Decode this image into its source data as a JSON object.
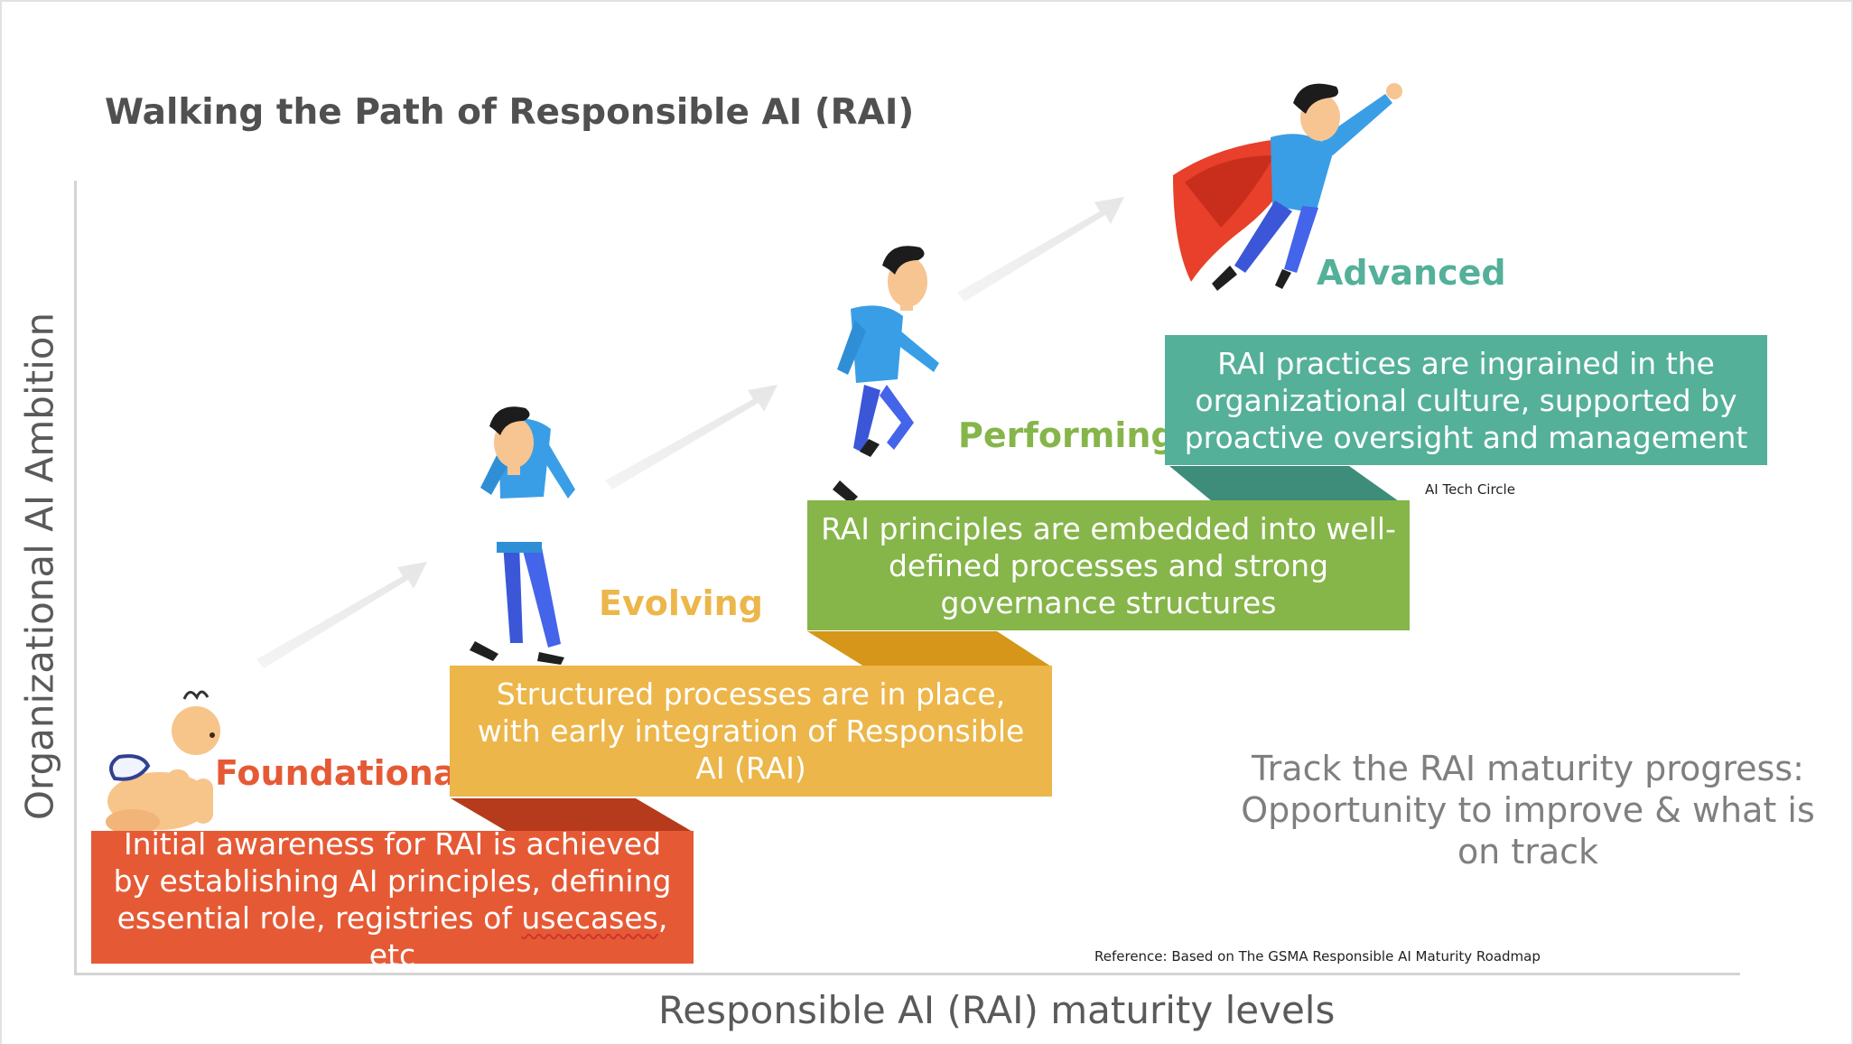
{
  "title": "Walking the Path of Responsible AI (RAI)",
  "y_axis_label": "Organizational AI Ambition",
  "x_axis_label": "Responsible AI (RAI) maturity levels",
  "colors": {
    "foundational": "#e55a35",
    "foundational_dark": "#b63a1c",
    "evolving": "#ecb64a",
    "evolving_dark": "#d59619",
    "performing": "#86b54a",
    "performing_dark": "#6f9d35",
    "advanced": "#54b099",
    "advanced_dark": "#3e8d7a"
  },
  "levels": [
    {
      "name": "Foundational",
      "description_before": "Initial awareness for RAI is achieved by establishing AI principles, defining essential role, registries of ",
      "description_flagged": "usecases",
      "description_after": ", etc"
    },
    {
      "name": "Evolving",
      "description": "Structured processes are in place, with early integration of Responsible AI (RAI)"
    },
    {
      "name": "Performing",
      "description": "RAI principles are embedded into well-defined processes and strong governance structures"
    },
    {
      "name": "Advanced",
      "description": "RAI practices are ingrained in the organizational culture, supported by proactive oversight and management"
    }
  ],
  "callout": "Track the RAI maturity progress: Opportunity to improve & what is on track",
  "credit": "AI Tech Circle",
  "reference": "Reference: Based on The GSMA Responsible AI Maturity Roadmap"
}
